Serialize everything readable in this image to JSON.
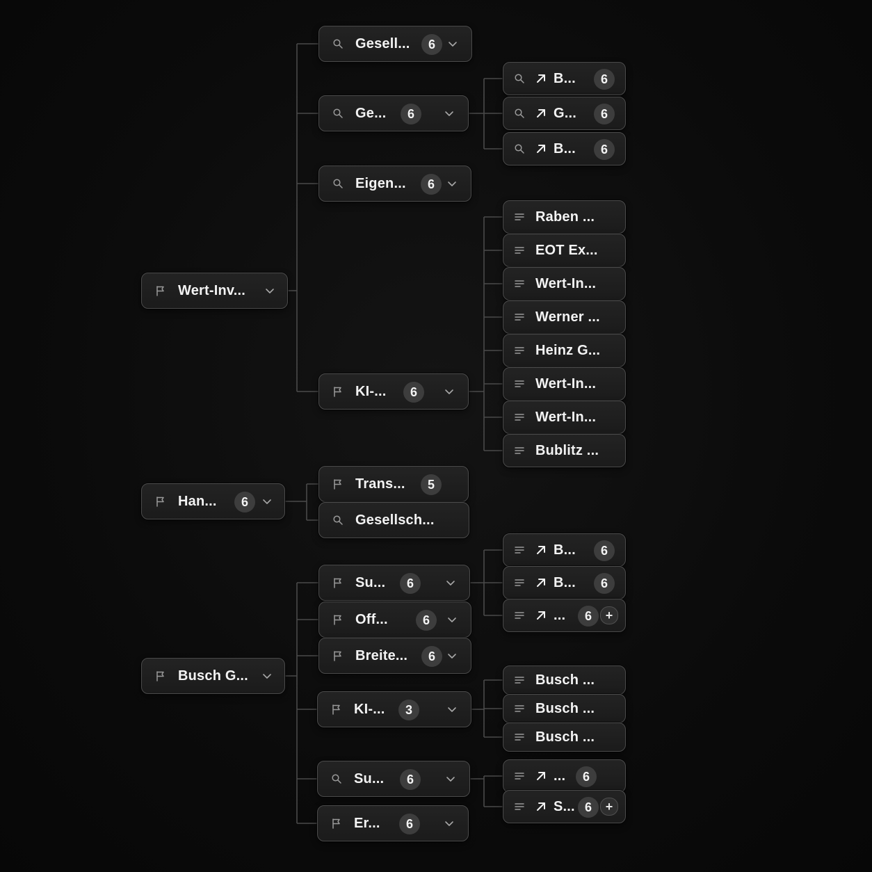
{
  "roots": [
    {
      "id": "wert-inv",
      "icon": "flag",
      "label": "Wert-Inv...",
      "children": [
        {
          "id": "gesell-1",
          "icon": "search",
          "label": "Gesell...",
          "badge": "6"
        },
        {
          "id": "ge",
          "icon": "search",
          "label": "Ge...",
          "badge": "6",
          "children": [
            {
              "icon": "search",
              "arrow": true,
              "label": "B...",
              "badge": "6"
            },
            {
              "icon": "search",
              "arrow": true,
              "label": "G...",
              "badge": "6"
            },
            {
              "icon": "search",
              "arrow": true,
              "label": "B...",
              "badge": "6"
            }
          ]
        },
        {
          "id": "eigen",
          "icon": "search",
          "label": "Eigen...",
          "badge": "6"
        },
        {
          "id": "ki-1",
          "icon": "flag",
          "label": "KI-...",
          "badge": "6",
          "children": [
            {
              "icon": "lines",
              "label": "Raben ..."
            },
            {
              "icon": "lines",
              "label": "EOT Ex..."
            },
            {
              "icon": "lines",
              "label": "Wert-In..."
            },
            {
              "icon": "lines",
              "label": "Werner ..."
            },
            {
              "icon": "lines",
              "label": "Heinz G..."
            },
            {
              "icon": "lines",
              "label": "Wert-In..."
            },
            {
              "icon": "lines",
              "label": "Wert-In..."
            },
            {
              "icon": "lines",
              "label": "Bublitz ..."
            }
          ]
        }
      ]
    },
    {
      "id": "han",
      "icon": "flag",
      "label": "Han...",
      "badge": "6",
      "children": [
        {
          "id": "trans",
          "icon": "flag",
          "label": "Trans...",
          "badge": "5"
        },
        {
          "id": "gesellsch",
          "icon": "search",
          "label": "Gesellsch..."
        }
      ]
    },
    {
      "id": "busch",
      "icon": "flag",
      "label": "Busch G...",
      "children": [
        {
          "id": "su-1",
          "icon": "flag",
          "label": "Su...",
          "badge": "6",
          "children": [
            {
              "icon": "lines",
              "arrow": true,
              "label": "B...",
              "badge": "6"
            },
            {
              "icon": "lines",
              "arrow": true,
              "label": "B...",
              "badge": "6"
            },
            {
              "icon": "lines",
              "arrow": true,
              "label": "...",
              "badge": "6",
              "plus": "+"
            }
          ]
        },
        {
          "id": "off",
          "icon": "flag",
          "label": "Off...",
          "badge": "6"
        },
        {
          "id": "breite",
          "icon": "flag",
          "label": "Breite...",
          "badge": "6"
        },
        {
          "id": "ki-2",
          "icon": "flag",
          "label": "KI-...",
          "badge": "3",
          "children": [
            {
              "icon": "lines",
              "label": "Busch ..."
            },
            {
              "icon": "lines",
              "label": "Busch ..."
            },
            {
              "icon": "lines",
              "label": "Busch ..."
            }
          ]
        },
        {
          "id": "su-2",
          "icon": "search",
          "label": "Su...",
          "badge": "6",
          "children": [
            {
              "icon": "lines",
              "arrow": true,
              "label": "...",
              "badge": "6"
            },
            {
              "icon": "lines",
              "arrow": true,
              "label": "S...",
              "badge": "6",
              "plus": "+"
            }
          ]
        },
        {
          "id": "er",
          "icon": "flag",
          "label": "Er...",
          "badge": "6"
        }
      ]
    }
  ]
}
